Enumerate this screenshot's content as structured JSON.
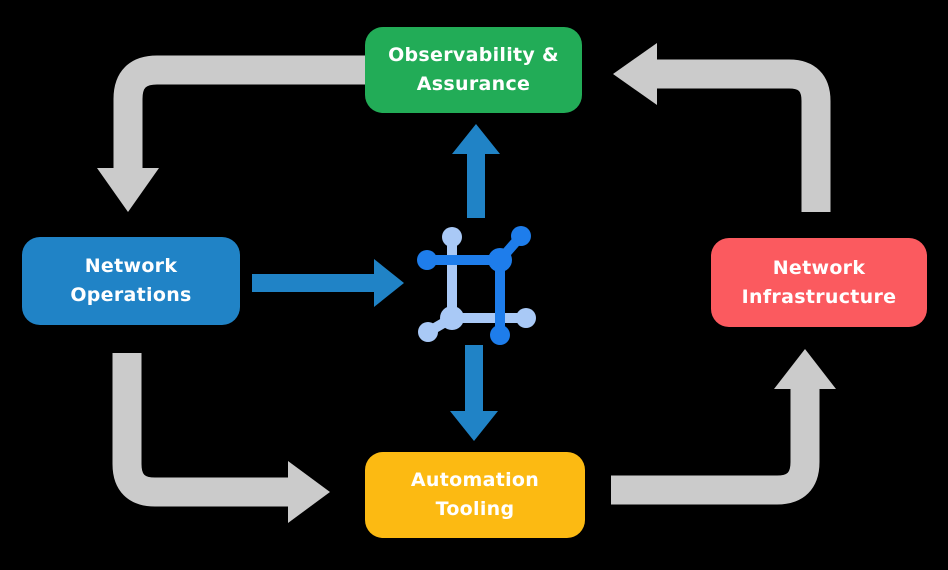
{
  "colors": {
    "background": "#000000",
    "box-green": "#22AC57",
    "box-blue": "#2083C6",
    "box-red": "#FB5A5F",
    "box-yellow": "#FCBA12",
    "arrow-gray": "#CBCBCB",
    "arrow-blue": "#2083C6",
    "icon-dark-blue": "#1E7DEB",
    "icon-light-blue": "#A9C9F6",
    "label-text": "#FFFFFF"
  },
  "nodes": {
    "observability": {
      "line1": "Observability &",
      "line2": "Assurance"
    },
    "operations": {
      "line1": "Network",
      "line2": "Operations"
    },
    "infrastructure": {
      "line1": "Network",
      "line2": "Infrastructure"
    },
    "automation": {
      "line1": "Automation",
      "line2": "Tooling"
    }
  },
  "icon": {
    "name": "network-nodes-icon"
  },
  "arrows": {
    "cycle": [
      {
        "name": "observability-to-operations",
        "color": "gray"
      },
      {
        "name": "operations-to-automation",
        "color": "gray"
      },
      {
        "name": "automation-to-infrastructure",
        "color": "gray"
      },
      {
        "name": "infrastructure-to-observability",
        "color": "gray"
      }
    ],
    "hub": [
      {
        "name": "operations-to-hub",
        "color": "blue"
      },
      {
        "name": "hub-to-observability",
        "color": "blue"
      },
      {
        "name": "hub-to-automation",
        "color": "blue"
      }
    ]
  }
}
